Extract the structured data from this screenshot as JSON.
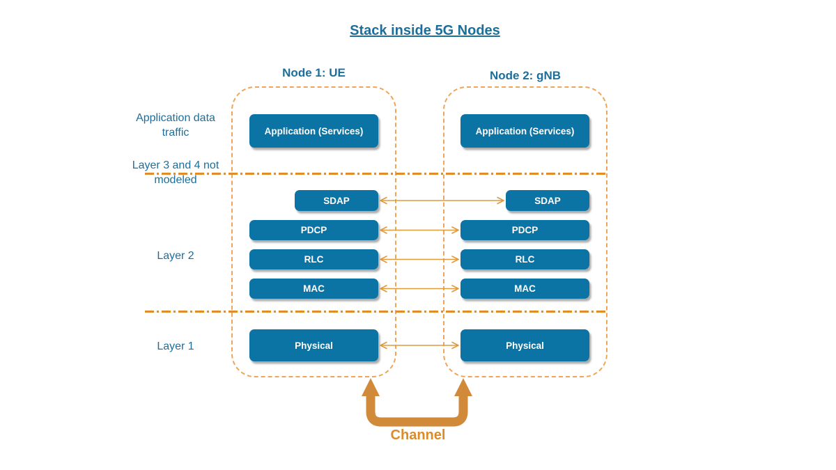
{
  "title": "Stack inside 5G Nodes",
  "side_labels": {
    "application_traffic": {
      "line1": "Application data",
      "line2": "traffic"
    },
    "layers_not_modeled": {
      "line1": "Layer 3 and 4 not",
      "line2": "modeled"
    },
    "layer2": "Layer 2",
    "layer1": "Layer 1"
  },
  "nodes": [
    {
      "title": "Node 1: UE",
      "layers": {
        "application": "Application (Services)",
        "sdap": "SDAP",
        "pdcp": "PDCP",
        "rlc": "RLC",
        "mac": "MAC",
        "physical": "Physical"
      }
    },
    {
      "title": "Node 2: gNB",
      "layers": {
        "application": "Application (Services)",
        "sdap": "SDAP",
        "pdcp": "PDCP",
        "rlc": "RLC",
        "mac": "MAC",
        "physical": "Physical"
      }
    }
  ],
  "channel": {
    "label": "Channel"
  },
  "colors": {
    "box_fill": "#0C74A4",
    "box_text": "#FFFFFF",
    "heading_text": "#1C6E9C",
    "node_border": "#F0A455",
    "separator_line": "#E28B2B",
    "arrow_line": "#DF9A3E",
    "channel_connector": "#D18A39",
    "channel_text": "#DB8B2B"
  }
}
